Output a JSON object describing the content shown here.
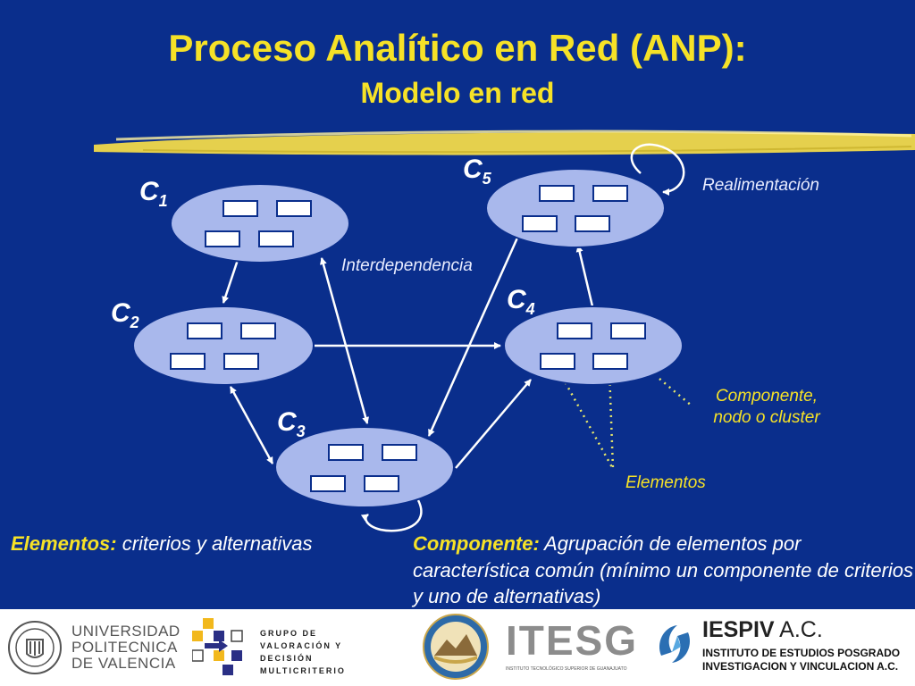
{
  "slide": {
    "title": "Proceso Analítico en Red (ANP):",
    "subtitle": "Modelo en red"
  },
  "components": [
    {
      "letter": "C",
      "index": "1"
    },
    {
      "letter": "C",
      "index": "2"
    },
    {
      "letter": "C",
      "index": "3"
    },
    {
      "letter": "C",
      "index": "4"
    },
    {
      "letter": "C",
      "index": "5"
    }
  ],
  "annotations": {
    "feedback": "Realimentación",
    "interdependence": "Interdependencia",
    "component_line1": "Componente,",
    "component_line2": "nodo o cluster",
    "elements": "Elementos"
  },
  "definitions": {
    "elements_term": "Elementos:",
    "elements_desc": " criterios y alternativas",
    "component_term": "Componente:",
    "component_desc": " Agrupación de elementos por característica común (mínimo un componente de criterios y uno de alternativas)"
  },
  "logos": {
    "upv_line1": "UNIVERSIDAD",
    "upv_line2": "POLITECNICA",
    "upv_line3": "DE VALENCIA",
    "grupo_line1": "GRUPO DE",
    "grupo_line2": "VALORACIÓN Y",
    "grupo_line3": "DECISIÓN MULTICRITERIO",
    "itesg": "ITESG",
    "itesg_caption": "INSTITUTO TECNOLÓGICO SUPERIOR DE GUANAJUATO",
    "iespiv_line1_a": "IESPIV",
    "iespiv_line1_b": " A.C.",
    "iespiv_line2": "INSTITUTO DE ESTUDIOS POSGRADO",
    "iespiv_line3": "INVESTIGACION Y VINCULACION A.C."
  },
  "colors": {
    "background": "#0a2e8c",
    "title": "#f6e227",
    "node_fill": "#a9b8ec",
    "element_fill": "#ffffff",
    "arrow": "#ffffff",
    "dotted_connector": "#e8e86a"
  }
}
